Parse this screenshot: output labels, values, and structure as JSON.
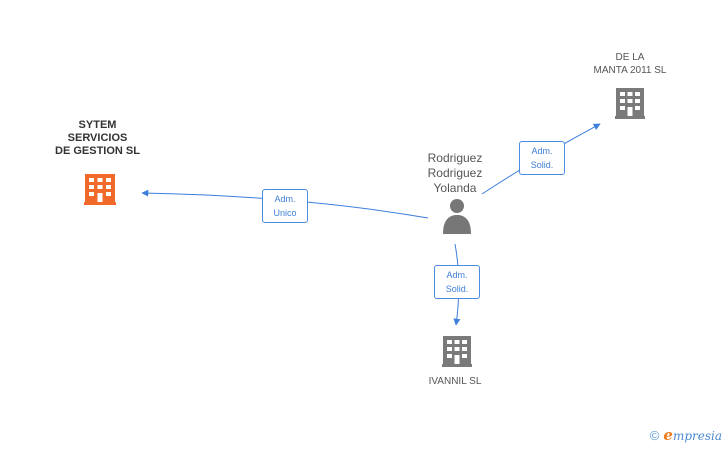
{
  "nodes": {
    "focal_company": {
      "lines": [
        "SYTEM",
        "SERVICIOS",
        "DE GESTION SL"
      ],
      "icon": "building-icon",
      "color": "#f26a2a"
    },
    "person": {
      "lines": [
        "Rodriguez",
        "Rodriguez",
        "Yolanda"
      ],
      "icon": "person-icon",
      "color": "#777777"
    },
    "company_de_la_manta": {
      "lines": [
        "DE LA",
        "MANTA 2011 SL"
      ],
      "icon": "building-icon",
      "color": "#777777"
    },
    "company_ivannil": {
      "lines": [
        "IVANNIL SL"
      ],
      "icon": "building-icon",
      "color": "#777777"
    }
  },
  "edges": [
    {
      "from": "person",
      "to": "focal_company",
      "label_lines": [
        "Adm.",
        "Unico"
      ]
    },
    {
      "from": "person",
      "to": "company_de_la_manta",
      "label_lines": [
        "Adm.",
        "Solid."
      ]
    },
    {
      "from": "person",
      "to": "company_ivannil",
      "label_lines": [
        "Adm.",
        "Solid."
      ]
    }
  ],
  "colors": {
    "edge": "#3d7fdc",
    "edge_label_border": "#4a8ae0"
  },
  "footer": {
    "copyright_symbol": "©",
    "brand_initial": "e",
    "brand_rest": "mpresia"
  }
}
